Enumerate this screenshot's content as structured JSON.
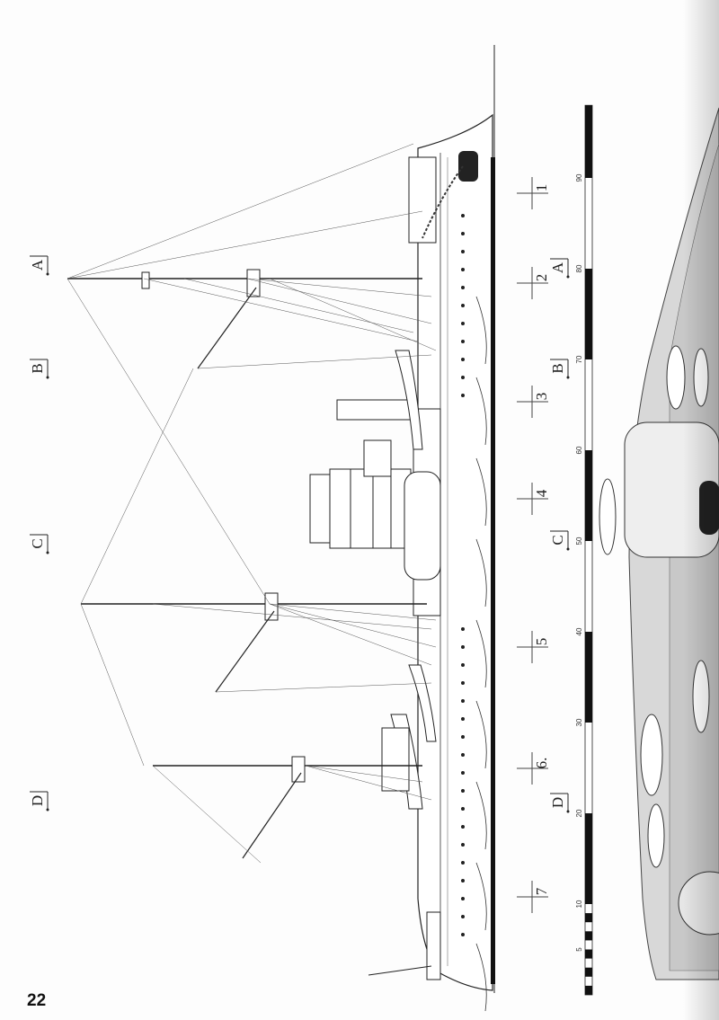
{
  "page_number": "22",
  "section_markers_left": [
    {
      "label": "A"
    },
    {
      "label": "B"
    },
    {
      "label": "C"
    },
    {
      "label": "D"
    }
  ],
  "section_markers_mid": [
    {
      "label": "A"
    },
    {
      "label": "B"
    },
    {
      "label": "C"
    },
    {
      "label": "D"
    }
  ],
  "frame_markers": [
    {
      "label": "1"
    },
    {
      "label": "2"
    },
    {
      "label": "3"
    },
    {
      "label": "4"
    },
    {
      "label": "5"
    },
    {
      "label": "6."
    },
    {
      "label": "7"
    }
  ],
  "scale_bar": {
    "unit_max": 100,
    "labels": [
      "90",
      "80",
      "70",
      "60",
      "50",
      "40",
      "30",
      "20",
      "10",
      "5"
    ]
  },
  "colors": {
    "ink": "#222222",
    "paper": "#fdfdfd",
    "hull_plan": "#d8d8d8"
  }
}
